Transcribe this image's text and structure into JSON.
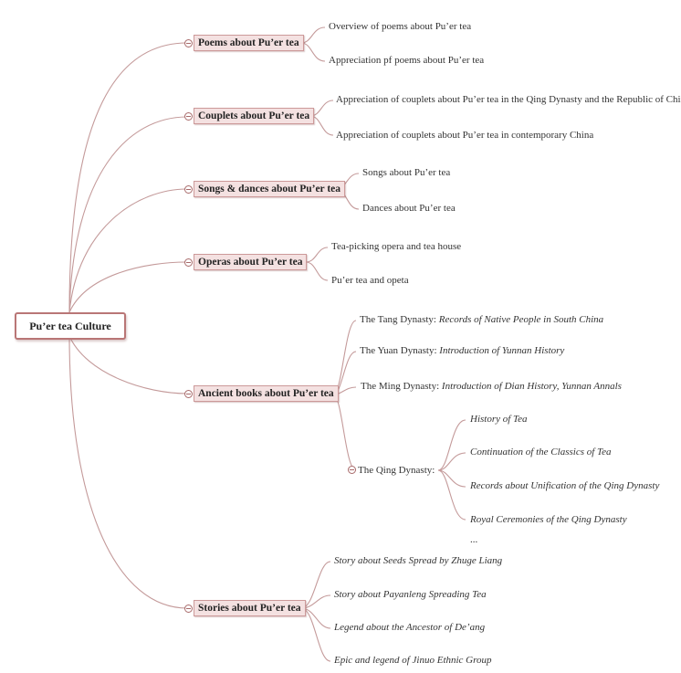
{
  "root": {
    "label": "Pu’er tea Culture"
  },
  "branches": {
    "poems": {
      "label": "Poems about Pu’er tea",
      "items": [
        "Overview of poems about Pu’er tea",
        "Appreciation pf poems about Pu’er tea"
      ]
    },
    "couplets": {
      "label": "Couplets about Pu’er tea",
      "items": [
        "Appreciation of couplets about Pu’er tea in the Qing Dynasty and the Republic of China",
        "Appreciation of couplets about Pu’er tea in contemporary China"
      ]
    },
    "songs": {
      "label": "Songs & dances about Pu’er tea",
      "items": [
        "Songs about Pu’er tea",
        "Dances about Pu’er tea"
      ]
    },
    "operas": {
      "label": "Operas about Pu’er tea",
      "items": [
        "Tea-picking opera and tea house",
        "Pu’er tea and opeta"
      ]
    },
    "ancient": {
      "label": "Ancient books about Pu’er tea",
      "tang": {
        "prefix": "The Tang Dynasty: ",
        "title": "Records of Native People in South China"
      },
      "yuan": {
        "prefix": "The Yuan Dynasty: ",
        "title": "Introduction of Yunnan History"
      },
      "ming": {
        "prefix": "The Ming Dynasty: ",
        "title": "Introduction of Dian History, Yunnan Annals"
      },
      "qing": {
        "label": "The Qing Dynasty:",
        "items": [
          "History of Tea",
          "Continuation of the Classics of Tea",
          "Records about Unification of the Qing Dynasty",
          "Royal Ceremonies of the Qing Dynasty"
        ],
        "more": "..."
      }
    },
    "stories": {
      "label": "Stories about Pu’er tea",
      "items": [
        "Story about Seeds Spread by Zhuge Liang",
        "Story about Payanleng Spreading Tea",
        "Legend about the Ancestor of De’ang",
        "Epic and legend of Jinuo Ethnic Group"
      ]
    }
  },
  "colors": {
    "connector": "#c49a9a",
    "branch_fill": "#f4e1e1",
    "root_border": "#b97676"
  }
}
